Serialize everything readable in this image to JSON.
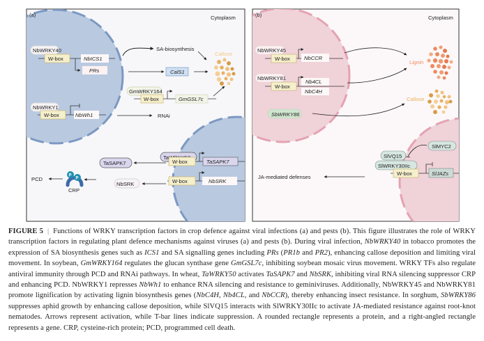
{
  "panels": {
    "a": {
      "label": "(a)",
      "compartment": "Cytoplasm",
      "proteins": {
        "nbwrky40": "NbWRKY40",
        "nbwrky1": "NbWRKY1",
        "gmwrky164": "GmWRKY164",
        "tawrky50": "TaWRKY50",
        "tasapk7_protein": "TaSAPK7",
        "nbsrk_protein": "NbSRK",
        "crp": "CRP",
        "phospho": "P"
      },
      "genes": {
        "nbics1": "NbICS1",
        "prs": "PRs",
        "cals1": "CalS1",
        "gmgsl7c": "GmGSL7c",
        "nbwh1": "NbWh1",
        "tasapk7_gene": "TaSAPK7",
        "nbsrk_gene": "NbSRK"
      },
      "wbox": "W-box",
      "outputs": {
        "sa": "SA-biosynthesis",
        "callose": "Callose",
        "rnai": "RNAi",
        "pcd": "PCD"
      }
    },
    "b": {
      "label": "(b)",
      "compartment": "Cytoplasm",
      "proteins": {
        "nbwrky45": "NbWRKY45",
        "nbwrky81": "NbWRKY81",
        "sbwrky86": "SbWRKY86",
        "slmyc2": "SlMYC2",
        "slvq15": "SlVQ15",
        "slwrky30iic": "SlWRKY30IIc"
      },
      "genes": {
        "nbccr": "NbCCR",
        "nb4cl": "Nb4CL",
        "nbc4h": "NbC4H",
        "sljazs": "SlJAZs"
      },
      "wbox": "W-box",
      "outputs": {
        "lignin": "Lignin",
        "callose": "Callose",
        "ja": "JA-mediated defenses"
      }
    }
  },
  "colors": {
    "nucleus_a": "#b9c9e0",
    "nucleus_a_edge": "#7c98c2",
    "nucleus_b": "#f0d2d9",
    "nucleus_b_edge": "#e4a3b2",
    "wbox_fill": "#f6efcc",
    "wbox_edge": "#c9b774",
    "callose": "#e9b060",
    "lignin": "#ec8a5e",
    "crp": "#3d6aa8",
    "phospho": "#1f8fb0"
  },
  "caption": {
    "figure_number": "FIGURE 5",
    "separator": "|",
    "segments": [
      {
        "t": "Functions of WRKY transcription factors in crop defence against viral infections (a) and pests (b). This figure illustrates the role of WRKY transcription factors in regulating plant defence mechanisms against viruses (a) and pests (b). During viral infection, "
      },
      {
        "t": "NbWRKY40",
        "i": true
      },
      {
        "t": " in tobacco promotes the expression of SA biosynthesis genes such as "
      },
      {
        "t": "ICS1",
        "i": true
      },
      {
        "t": " and SA signalling genes including "
      },
      {
        "t": "PRs",
        "i": true
      },
      {
        "t": " ("
      },
      {
        "t": "PR1b",
        "i": true
      },
      {
        "t": " and "
      },
      {
        "t": "PR2",
        "i": true
      },
      {
        "t": "), enhancing callose deposition and limiting viral movement. In soybean, "
      },
      {
        "t": "GmWRKY164",
        "i": true
      },
      {
        "t": " regulates the glucan synthase gene "
      },
      {
        "t": "GmGSL7c",
        "i": true
      },
      {
        "t": ", inhibiting soybean mosaic virus movement. WRKY TFs also regulate antiviral immunity through PCD and RNAi pathways. In wheat, "
      },
      {
        "t": "TaWRKY50",
        "i": true
      },
      {
        "t": " activates "
      },
      {
        "t": "TaSAPK7",
        "i": true
      },
      {
        "t": " and "
      },
      {
        "t": "NbSRK",
        "i": true
      },
      {
        "t": ", inhibiting viral RNA silencing suppressor CRP and enhancing PCD. NbWRKY1 represses "
      },
      {
        "t": "NbWh1",
        "i": true
      },
      {
        "t": " to enhance RNA silencing and resistance to geminiviruses. Additionally, NbWRKY45 and NbWRKY81 promote lignification by activating lignin biosynthesis genes ("
      },
      {
        "t": "NbC4H",
        "i": true
      },
      {
        "t": ", "
      },
      {
        "t": "Nb4CL",
        "i": true
      },
      {
        "t": ", and "
      },
      {
        "t": "NbCCR",
        "i": true
      },
      {
        "t": "), thereby enhancing insect resistance. In sorghum, "
      },
      {
        "t": "SbWRKY86",
        "i": true
      },
      {
        "t": " suppresses aphid growth by enhancing callose deposition, while SlVQ15 interacts with SlWRKY30IIc to activate JA-mediated resistance against root-knot nematodes. Arrows represent activation, while T-bar lines indicate suppression. A rounded rectangle represents a protein, and a right-angled rectangle represents a gene. CRP, cysteine-rich protein; PCD, programmed cell death."
      }
    ]
  }
}
